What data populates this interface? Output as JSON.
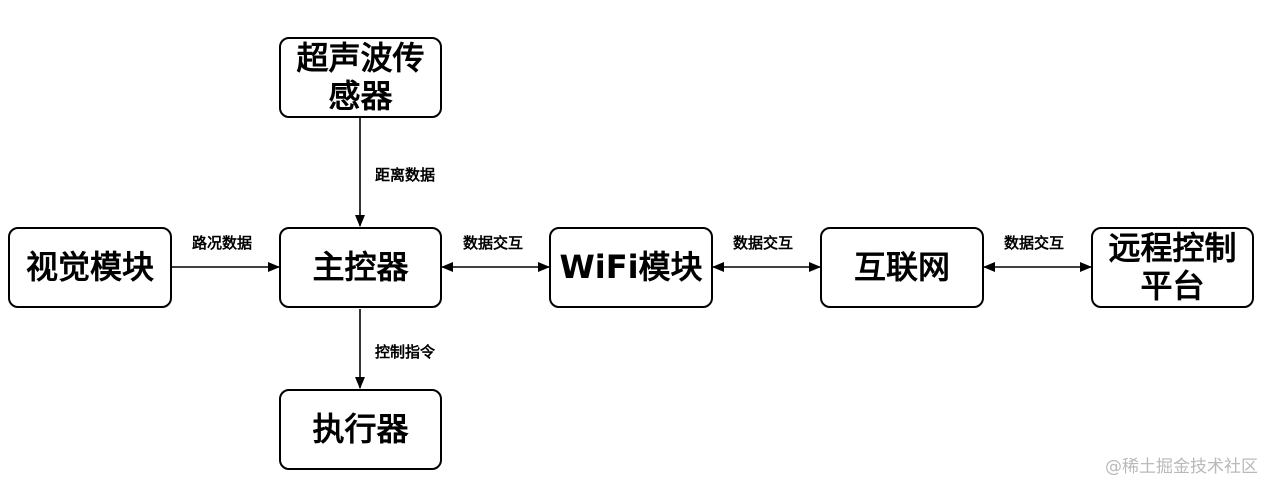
{
  "nodes": {
    "ultrasonic": "超声波传感器",
    "vision": "视觉模块",
    "controller": "主控器",
    "wifi": "WiFi模块",
    "internet": "互联网",
    "remote": "远程控制平台",
    "actuator": "执行器"
  },
  "edges": {
    "ultrasonic_to_controller": "距离数据",
    "vision_to_controller": "路况数据",
    "controller_wifi": "数据交互",
    "wifi_internet": "数据交互",
    "internet_remote": "数据交互",
    "controller_to_actuator": "控制指令"
  },
  "watermark": "@稀土掘金技术社区"
}
